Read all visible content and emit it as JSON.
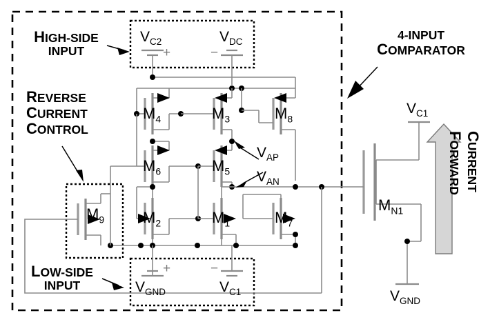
{
  "diagram": {
    "title": "High-side / low-side 4-input comparator with reverse current control",
    "colors": {
      "wire": "#8a8a8a",
      "ink": "#000000",
      "forward_arrow_fill": "#d6d6d6",
      "background": "#ffffff"
    }
  },
  "annotations": {
    "high_side": {
      "line1_cap": "H",
      "line1_rest": "IGH-SIDE",
      "line2": "INPUT"
    },
    "reverse_current": {
      "l1_cap": "R",
      "l1_rest": "EVERSE",
      "l2_cap": "C",
      "l2_rest": "URRENT",
      "l3_cap": "C",
      "l3_rest": "ONTROL"
    },
    "low_side": {
      "line1_cap": "L",
      "line1_rest": "OW-SIDE",
      "line2": "INPUT"
    },
    "comparator": {
      "line1": "4-INPUT",
      "l2_cap": "C",
      "l2_rest": "OMPARATOR"
    },
    "forward_current": {
      "l1_cap": "F",
      "l1_rest": "ORWARD",
      "l2_cap": "C",
      "l2_rest": "URRENT"
    }
  },
  "sources": {
    "high_side_box": [
      {
        "name": "V",
        "sub": "C2",
        "polarity": "+"
      },
      {
        "name": "V",
        "sub": "DC",
        "polarity": "−"
      }
    ],
    "low_side_box": [
      {
        "name": "V",
        "sub": "GND",
        "polarity": "+"
      },
      {
        "name": "V",
        "sub": "C1",
        "polarity": "−"
      }
    ]
  },
  "transistors": [
    {
      "id": "M4",
      "name": "M",
      "sub": "4",
      "type": "pmos"
    },
    {
      "id": "M3",
      "name": "M",
      "sub": "3",
      "type": "pmos"
    },
    {
      "id": "M8",
      "name": "M",
      "sub": "8",
      "type": "pmos"
    },
    {
      "id": "M6",
      "name": "M",
      "sub": "6",
      "type": "pmos"
    },
    {
      "id": "M5",
      "name": "M",
      "sub": "5",
      "type": "pmos"
    },
    {
      "id": "M2",
      "name": "M",
      "sub": "2",
      "type": "nmos"
    },
    {
      "id": "M1",
      "name": "M",
      "sub": "1",
      "type": "nmos"
    },
    {
      "id": "M7",
      "name": "M",
      "sub": "7",
      "type": "nmos"
    },
    {
      "id": "M9",
      "name": "M",
      "sub": "9",
      "type": "nmos"
    },
    {
      "id": "MN1",
      "name": "M",
      "sub": "N1",
      "type": "nmos"
    }
  ],
  "nodes": [
    {
      "id": "VAP",
      "name": "V",
      "sub": "AP"
    },
    {
      "id": "VAN",
      "name": "V",
      "sub": "AN"
    }
  ],
  "output_stage": {
    "supply": {
      "name": "V",
      "sub": "C1"
    },
    "ground": {
      "name": "V",
      "sub": "GND"
    }
  }
}
